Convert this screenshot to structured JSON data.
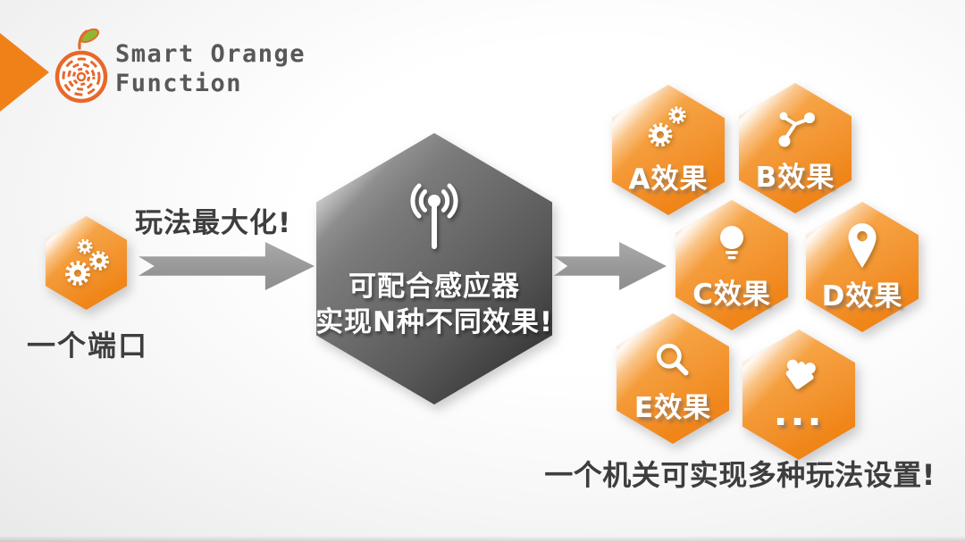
{
  "slide": {
    "header": {
      "brand_line1": "Smart Orange",
      "brand_line2": "Function",
      "logo_icon": "orange-maze-logo"
    },
    "source": {
      "label": "一个端口",
      "icon": "gears-icon"
    },
    "arrow_caption": "玩法最大化!",
    "hub": {
      "icon": "antenna-signal-icon",
      "line1": "可配合感应器",
      "line2": "实现N种不同效果!"
    },
    "effects": [
      {
        "label": "A效果",
        "icon": "gears-icon"
      },
      {
        "label": "B效果",
        "icon": "share-nodes-icon"
      },
      {
        "label": "C效果",
        "icon": "lightbulb-icon"
      },
      {
        "label": "D效果",
        "icon": "location-pin-icon"
      },
      {
        "label": "E效果",
        "icon": "search-icon"
      },
      {
        "label": "...",
        "icon": "puzzle-icon"
      }
    ],
    "footer_caption": "一个机关可实现多种玩法设置!",
    "colors": {
      "accent_orange": "#F08119",
      "hex_orange_light": "#F9B265",
      "hex_orange_deep": "#EE7D0E",
      "hub_gray_dark": "#2C2C2C",
      "hub_gray_light": "#D6D6D6",
      "arrow_gray": "#9A9A9A",
      "text_dark": "#3E3E3E",
      "logo_orange": "#E8682A",
      "leaf_green": "#8FB832"
    }
  }
}
